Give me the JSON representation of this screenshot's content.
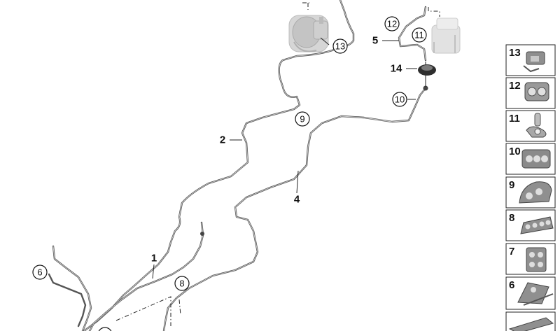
{
  "callouts": [
    {
      "id": "c13",
      "label": "13"
    },
    {
      "id": "c12",
      "label": "12"
    },
    {
      "id": "c11",
      "label": "11"
    },
    {
      "id": "c10",
      "label": "10"
    },
    {
      "id": "c9",
      "label": "9"
    },
    {
      "id": "c8",
      "label": "8"
    },
    {
      "id": "c6",
      "label": "6"
    }
  ],
  "labels": [
    {
      "id": "l5",
      "label": "5"
    },
    {
      "id": "l14",
      "label": "14"
    },
    {
      "id": "l2",
      "label": "2"
    },
    {
      "id": "l4",
      "label": "4"
    },
    {
      "id": "l1",
      "label": "1"
    }
  ],
  "parts_panel": [
    {
      "number": "13",
      "icon": "grommet-clip-13-icon"
    },
    {
      "number": "12",
      "icon": "double-clip-12-icon"
    },
    {
      "number": "11",
      "icon": "hose-clip-11-icon"
    },
    {
      "number": "10",
      "icon": "triple-holder-10-icon"
    },
    {
      "number": "9",
      "icon": "curved-holder-9-icon"
    },
    {
      "number": "8",
      "icon": "multi-holder-8-icon"
    },
    {
      "number": "7",
      "icon": "stacked-holder-7-icon"
    },
    {
      "number": "6",
      "icon": "pipe-holder-6-icon"
    }
  ],
  "colors": {
    "line": "#555555",
    "part_fill": "#9a9a9a",
    "panel_border": "#222222"
  }
}
